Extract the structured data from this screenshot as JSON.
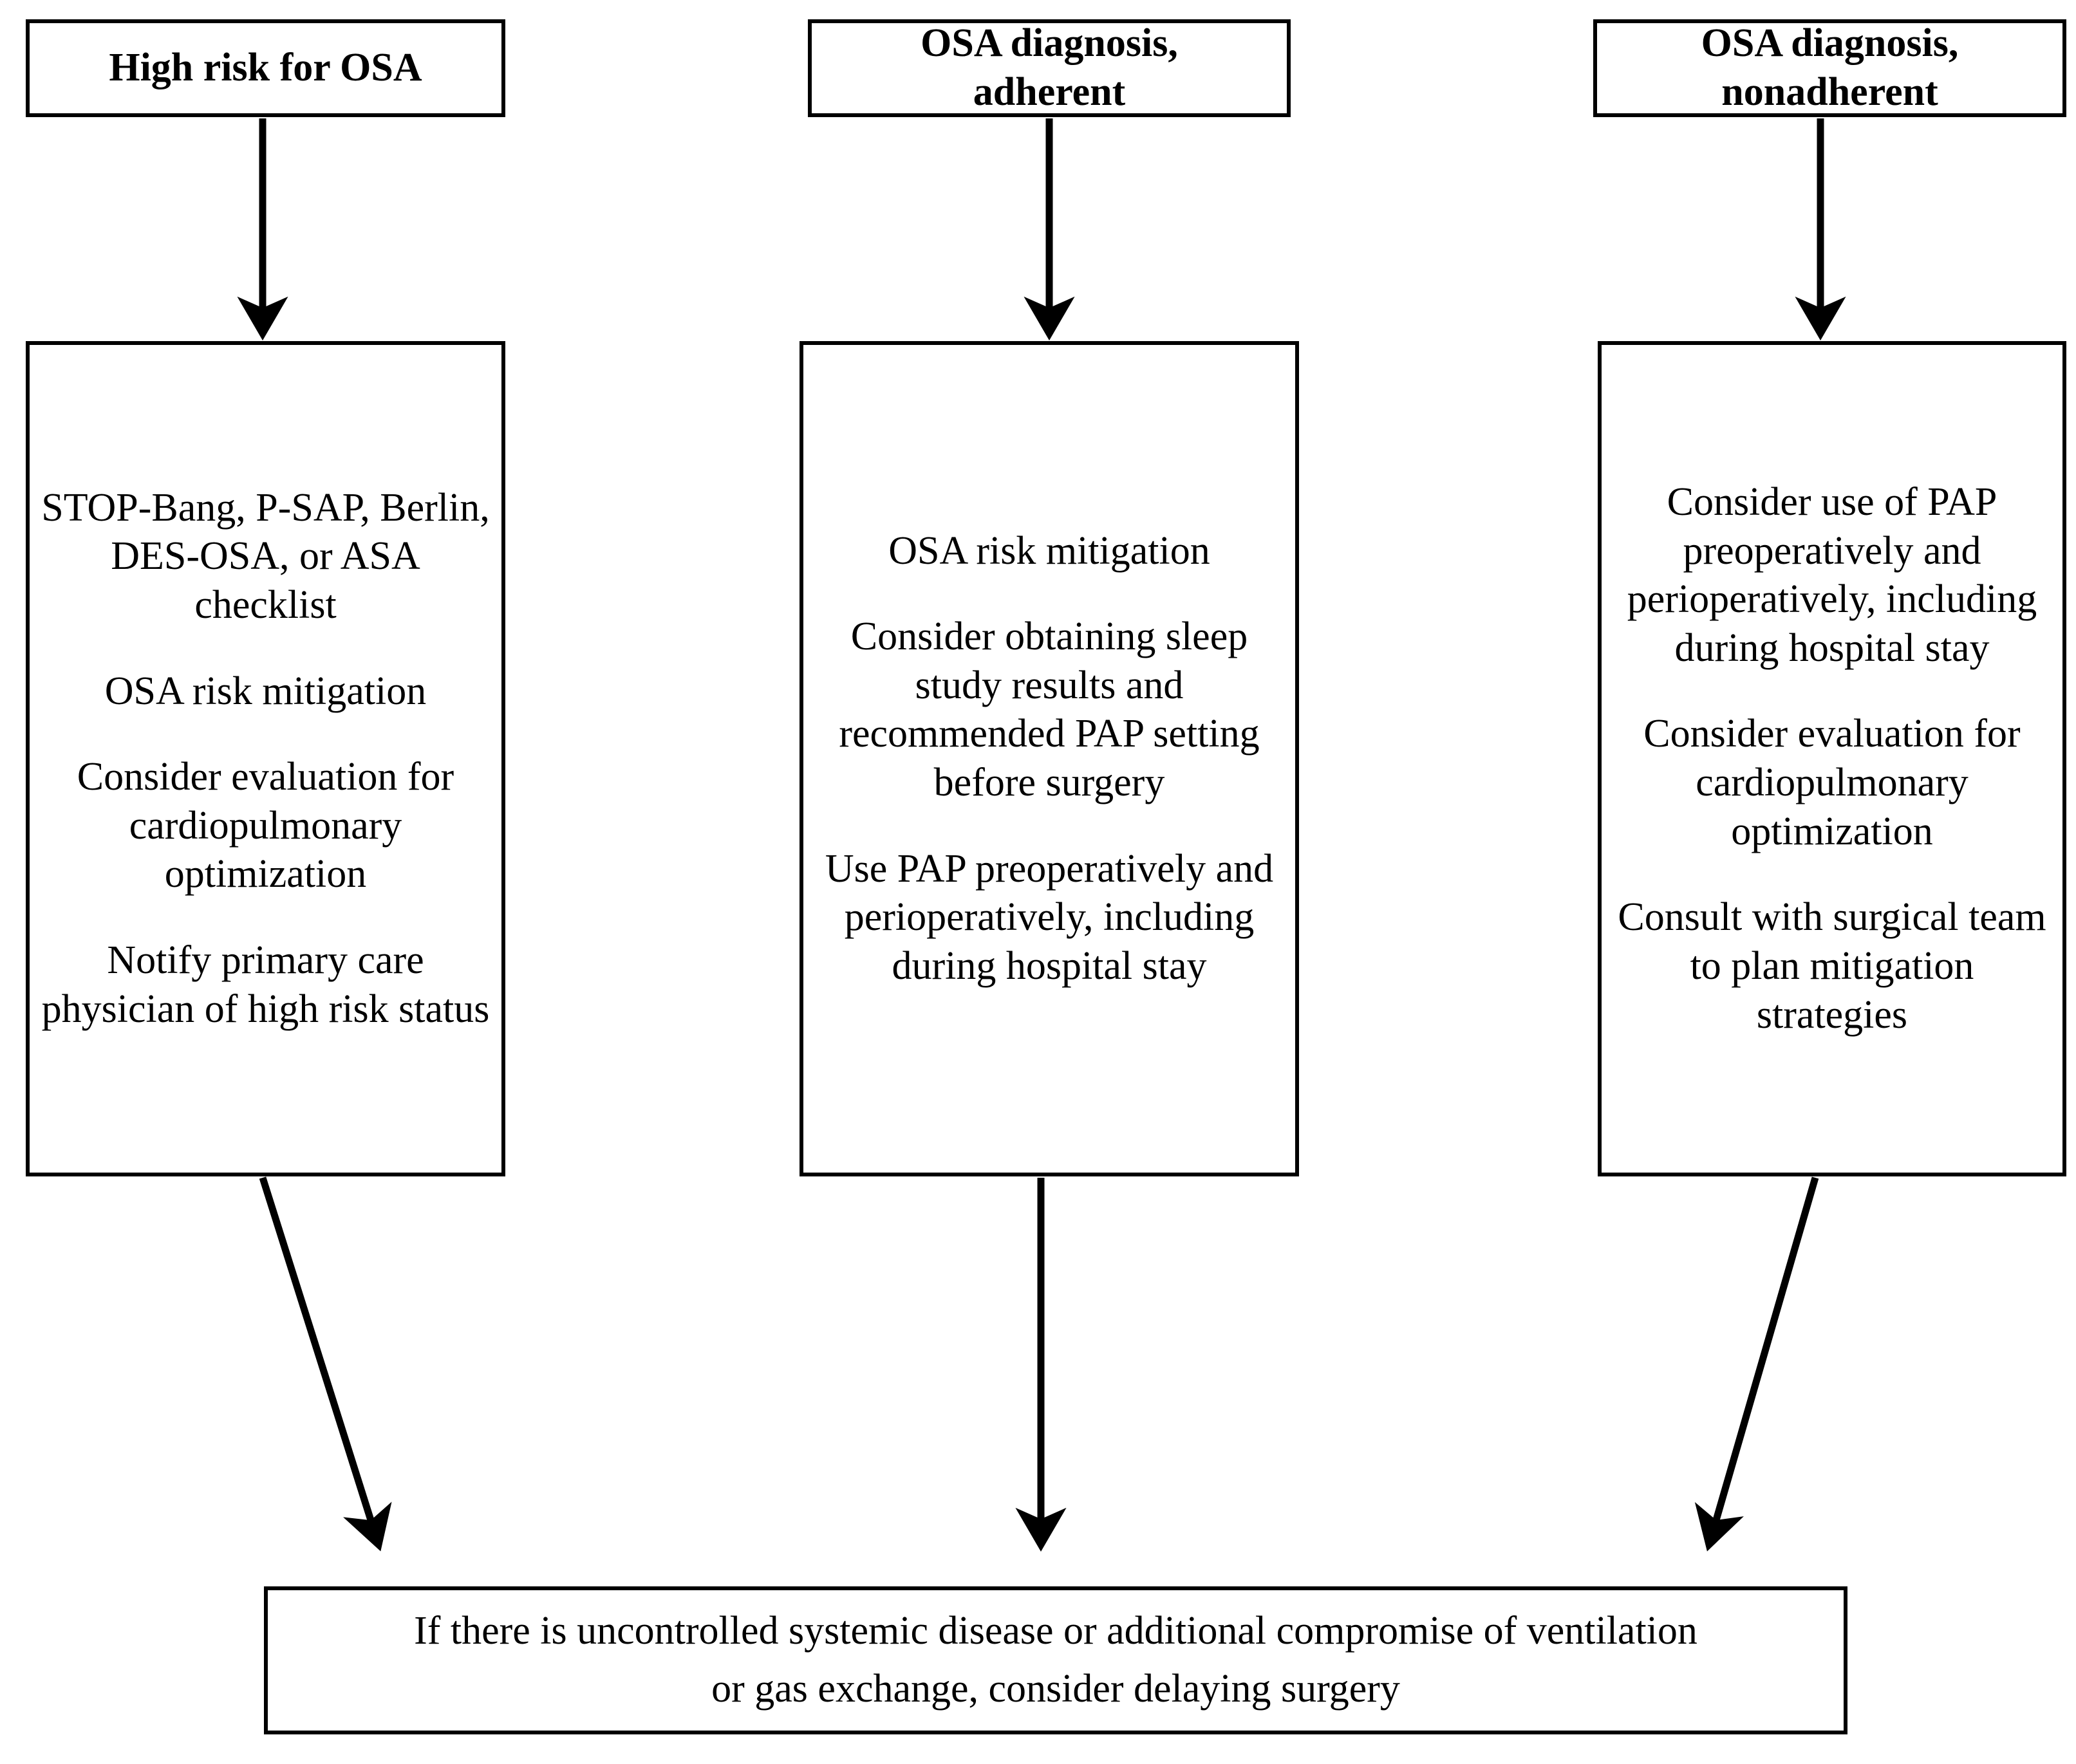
{
  "diagram": {
    "type": "flowchart",
    "orientation": "three-column-converging",
    "headers": [
      {
        "id": "high-risk",
        "text": "High risk for OSA"
      },
      {
        "id": "osa-adherent",
        "text": "OSA diagnosis,\nadherent"
      },
      {
        "id": "osa-nonadherent",
        "text": "OSA diagnosis,\nnonadherent"
      }
    ],
    "columns": [
      {
        "id": "high-risk-actions",
        "blocks": [
          "STOP-Bang, P-SAP, Berlin, DES-OSA, or ASA checklist",
          "OSA risk mitigation",
          "Consider evaluation for cardiopulmonary optimization",
          "Notify primary care physician of high risk status"
        ]
      },
      {
        "id": "adherent-actions",
        "blocks": [
          "OSA risk mitigation",
          "Consider obtaining sleep study results and recommended PAP setting before surgery",
          "Use PAP preoperatively and perioperatively, including during hospital stay"
        ]
      },
      {
        "id": "nonadherent-actions",
        "blocks": [
          "Consider use of PAP preoperatively and perioperatively, including during hospital stay",
          "Consider evaluation for cardiopulmonary optimization",
          "Consult with surgical team to plan mitigation strategies"
        ]
      }
    ],
    "footer": {
      "id": "delay-surgery",
      "line1": "If there is uncontrolled systemic disease or additional compromise of ventilation",
      "line2": "or gas exchange, consider delaying surgery"
    },
    "colors": {
      "stroke": "#000000",
      "fill": "#ffffff",
      "text": "#000000"
    }
  }
}
